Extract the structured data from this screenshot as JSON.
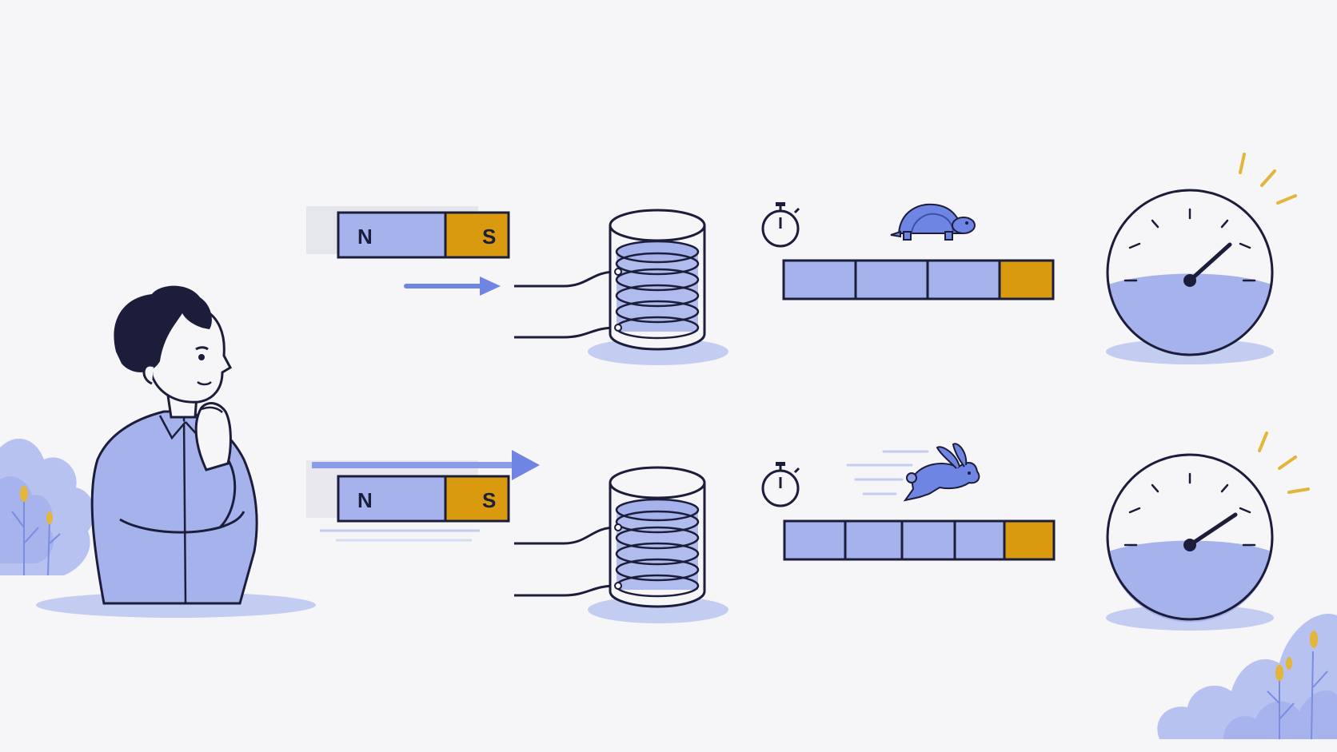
{
  "colors": {
    "background": "#f6f6f8",
    "accent_blue": "#a5b2ec",
    "arrow_blue": "#6f85e4",
    "shadow_blue": "#c3ccf1",
    "gold": "#d99a10",
    "ink": "#1c1d3a",
    "leaf_blue": "#8c9ce6"
  },
  "scenarios": [
    {
      "id": "slow",
      "magnet": {
        "north_label": "N",
        "south_label": "S"
      },
      "motion": "slow",
      "duration_icon": "tortoise-icon",
      "timer_segments": 4,
      "meter_level": 0.35
    },
    {
      "id": "fast",
      "magnet": {
        "north_label": "N",
        "south_label": "S"
      },
      "motion": "fast",
      "duration_icon": "rabbit-icon",
      "timer_segments": 5,
      "meter_level": 0.4
    }
  ],
  "icons": [
    "thinking-person-icon",
    "stopwatch-icon",
    "tortoise-icon",
    "rabbit-icon",
    "coil-icon",
    "gauge-icon",
    "bush-icon"
  ]
}
